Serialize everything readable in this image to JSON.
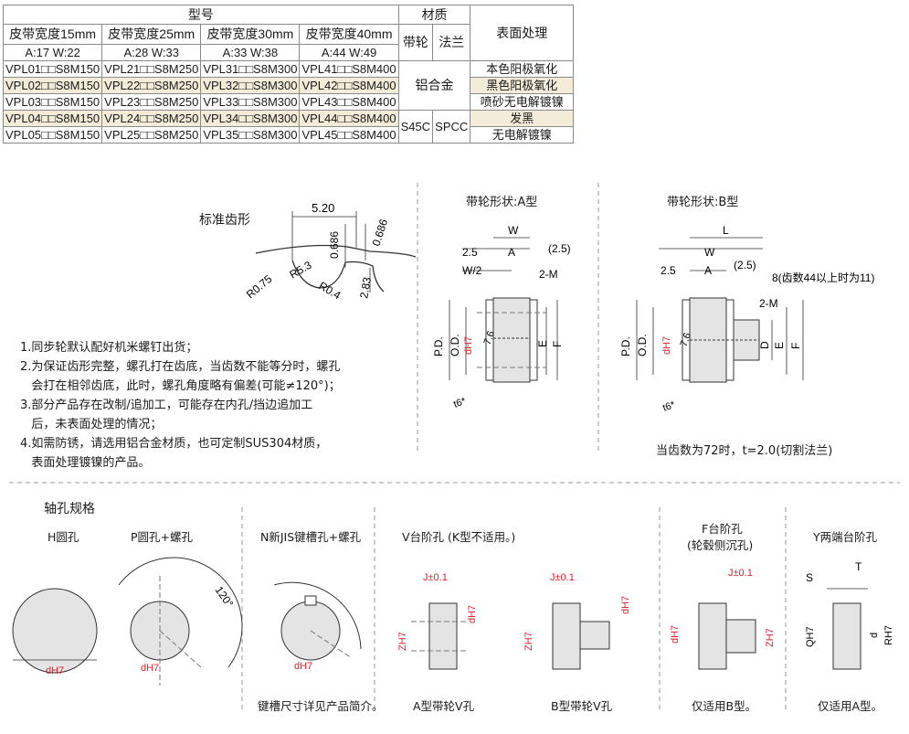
{
  "table": {
    "header_model": "型号",
    "header_material": "材质",
    "header_surface": "表面处理",
    "widths": [
      "皮带宽度15mm",
      "皮带宽度25mm",
      "皮带宽度30mm",
      "皮带宽度40mm"
    ],
    "aw": [
      "A:17  W:22",
      "A:28  W:33",
      "A:33  W:38",
      "A:44  W:49"
    ],
    "mat_pulley": "带轮",
    "mat_flange": "法兰",
    "rows": [
      {
        "models": [
          "VPL01□□S8M150",
          "VPL21□□S8M250",
          "VPL31□□S8M300",
          "VPL41□□S8M400"
        ],
        "surface": "本色阳极氧化"
      },
      {
        "models": [
          "VPL02□□S8M150",
          "VPL22□□S8M250",
          "VPL32□□S8M300",
          "VPL42□□S8M400"
        ],
        "surface": "黑色阳极氧化"
      },
      {
        "models": [
          "VPL03□□S8M150",
          "VPL23□□S8M250",
          "VPL33□□S8M300",
          "VPL43□□S8M400"
        ],
        "surface": "喷砂无电解镀镍"
      },
      {
        "models": [
          "VPL04□□S8M150",
          "VPL24□□S8M250",
          "VPL34□□S8M300",
          "VPL44□□S8M400"
        ],
        "surface": "发黑"
      },
      {
        "models": [
          "VPL05□□S8M150",
          "VPL25□□S8M250",
          "VPL35□□S8M300",
          "VPL45□□S8M400"
        ],
        "surface": "无电解镀镍"
      }
    ],
    "alu": "铝合金",
    "s45c": "S45C",
    "spcc": "SPCC"
  },
  "tooth": {
    "title": "标准齿形",
    "d520": "5.20",
    "d0686a": "0.686",
    "d0686b": "0.686",
    "r075": "R0.75",
    "r53": "R5.3",
    "r04": "R0.4",
    "d283": "2.83"
  },
  "shape_a": {
    "title": "带轮形状:A型",
    "w": "W",
    "a": "A",
    "d25": "2.5",
    "d25p": "(2.5)",
    "w2": "W/2",
    "m2": "2-M",
    "pd": "P.D.",
    "od": "O.D.",
    "dh7": "dH7",
    "d76": "7.6",
    "e": "E",
    "f": "F",
    "t6": "t6*"
  },
  "shape_b": {
    "title": "带轮形状:B型",
    "l": "L",
    "w": "W",
    "a": "A",
    "d25": "2.5",
    "d25p": "(2.5)",
    "teeth_note": "8(齿数44以上时为11)",
    "m2": "2-M",
    "pd": "P.D.",
    "od": "O.D.",
    "dh7": "dH7",
    "d76": "7.6",
    "d": "D",
    "e": "E",
    "f": "F",
    "t6": "t6*",
    "footnote": "当齿数为72时，t=2.0(切割法兰)"
  },
  "notes": [
    "1.同步轮默认配好机米螺钉出货；",
    "2.为保证齿形完整，螺孔打在齿底，当齿数不能等分时，螺孔",
    "   会打在相邻齿底，此时，螺孔角度略有偏差(可能≠120°)；",
    "3.部分产品存在改制/追加工，可能存在内孔/挡边追加工",
    "   后，未表面处理的情况；",
    "4.如需防锈，请选用铝合金材质，也可定制SUS304材质，",
    "   表面处理镀镍的产品。"
  ],
  "shaft": {
    "title": "轴孔规格",
    "h": "H圆孔",
    "p": "P圆孔+螺孔",
    "n": "N新JIS键槽孔+螺孔",
    "v": "V台阶孔 (K型不适用。)",
    "f": "F台阶孔",
    "f_sub": "(轮毂侧沉孔)",
    "y": "Y两端台阶孔",
    "dh7": "dH7",
    "deg120": "120°",
    "n_note": "键槽尺寸详见产品简介。",
    "va_note": "A型带轮V孔",
    "vb_note": "B型带轮V孔",
    "f_note": "仅适用B型。",
    "y_note": "仅适用A型。",
    "j01": "J±0.1",
    "zh7": "ZH7",
    "qh7": "QH7",
    "rh7": "RH7",
    "s": "S",
    "t": "T",
    "d": "d"
  },
  "colors": {
    "red": "#e0202a",
    "highlight": "#f3ecd9",
    "part": "#e4e4e4"
  }
}
